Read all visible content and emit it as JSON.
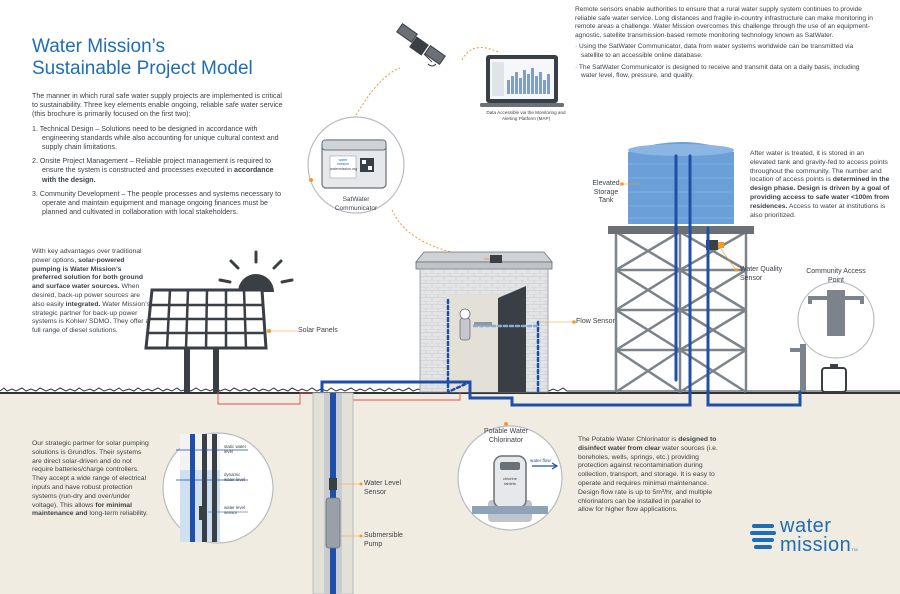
{
  "title": {
    "line1": "Water Mission’s",
    "line2": "Sustainable Project Model"
  },
  "intro": {
    "text": "The manner in which rural safe water supply projects are implemented is critical to sustainability. Three key elements enable ongoing, reliable safe water service (this brochure is primarily focused on the first two):",
    "items": [
      {
        "prefix": "1.",
        "text": "Technical Design – Solutions need to be designed in accordance with engineering standards while also accounting for unique cultural context and supply chain limitations.",
        "emphasis": ""
      },
      {
        "prefix": "2.",
        "text": "Onsite Project Management – Reliable project management is required to ensure the system is constructed and processes executed in",
        "emphasis": "accordance with the design."
      },
      {
        "prefix": "3.",
        "text": "Community Development – The people processes and systems necessary to operate and maintain equipment and manage ongoing finances must be planned and cultivated in collaboration with local stakeholders.",
        "emphasis": ""
      }
    ]
  },
  "remote": {
    "text": "Remote sensors enable authorities to ensure that a rural water supply system continues to provide reliable safe water service. Long distances and fragile in-country infrastructure can make monitoring in remote areas a challenge. Water Mission overcomes this challenge through the use of an equipment-agnostic, satellite transmission-based remote monitoring technology known as SatWater.",
    "bullets": [
      "· Using the SatWater Communicator, data from water systems worldwide can be transmitted via satellite to an accessible online database.",
      "· The SatWater Communicator is designed to receive and transmit data on a daily basis, including water level, flow, pressure, and quality."
    ]
  },
  "monitoring_caption": "Data Accessible via the Monitoring and Alerting Platform (MAP)",
  "satwater": {
    "label": "SatWater Communicator",
    "box_line1": "water",
    "box_line2": "mission",
    "box_url": "watermission.org"
  },
  "storage": {
    "text_before": "After water is treated, it is stored in an elevated tank and gravity-fed to access points throughout the community. The number and location of access points is",
    "text_bold": "determined in the design phase. Design is driven by a goal of providing access to safe water <100m from residences.",
    "text_after": "Access to water at institutions is also prioritized."
  },
  "solar_text": {
    "before": "With key advantages over traditional power options,",
    "bold": "solar-powered pumping is Water Mission’s preferred solution for both ground and surface water sources.",
    "mid": "When desired, back-up power sources are also easily",
    "bold2": "integrated.",
    "after": "Water Mission’s strategic partner for back-up power systems is Kohler/ SDMO. They offer a full range of diesel solutions."
  },
  "labels": {
    "solar_panels": "Solar Panels",
    "flow_sensor": "Flow Sensor",
    "elevated_tank": "Elevated Storage Tank",
    "water_quality": "Water Quality Sensor",
    "community": "Community Access Point",
    "water_level": "Water Level Sensor",
    "pump": "Submersible Pump",
    "chlorinator": "Potable Water Chlorinator",
    "static": "static water level",
    "dynamic": "dynamic water level",
    "sensor": "water level sensor",
    "water_flow": "water flow",
    "chlorine": "chlorine tablets"
  },
  "grundfos_text": {
    "before": "Our strategic partner for solar pumping solutions is Grundfos. Their systems are direct solar-driven and do not require batteries/charge controllers. They accept a wide range of electrical inputs and have robust protection systems (run-dry and over/under voltage). This allows",
    "bold": "for minimal maintenance and",
    "after": "long-term reliability."
  },
  "chlor_text": {
    "before": "The Potable Water Chlorinator is",
    "bold": "designed to disinfect water from clear",
    "after": "water sources (i.e. boreholes, wells, springs, etc.) providing protection against recontamination during collection, transport, and storage. It is easy to operate and requires minimal maintenance. Design flow rate is up to 5m³/hr, and multiple chlorinators can be installed in parallel to allow for higher flow applications."
  },
  "logo": {
    "line1": "water",
    "line2": "mission",
    "tm": "TM"
  },
  "colors": {
    "blue": "#1f6db3",
    "orange": "#f39a2b",
    "ground": "#f1ece1",
    "text": "#3c4248"
  }
}
